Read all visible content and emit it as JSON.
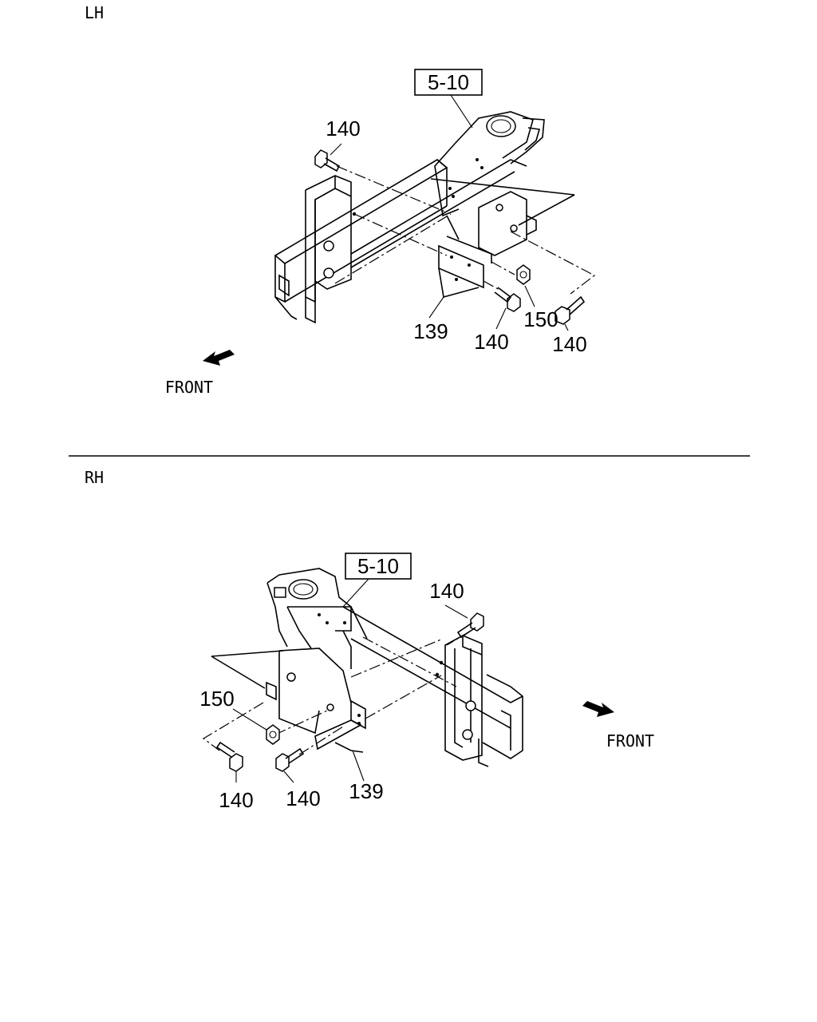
{
  "sections": {
    "lh": {
      "view_label": "LH",
      "reference_box": "5-10",
      "front_label": "FRONT",
      "callouts": {
        "bolt_top": "140",
        "bracket": "139",
        "bolt_mid": "140",
        "nut": "150",
        "bolt_right": "140"
      }
    },
    "rh": {
      "view_label": "RH",
      "reference_box": "5-10",
      "front_label": "FRONT",
      "callouts": {
        "bolt_top": "140",
        "nut": "150",
        "bolt_left": "140",
        "bolt_mid": "140",
        "bracket": "139"
      }
    }
  }
}
